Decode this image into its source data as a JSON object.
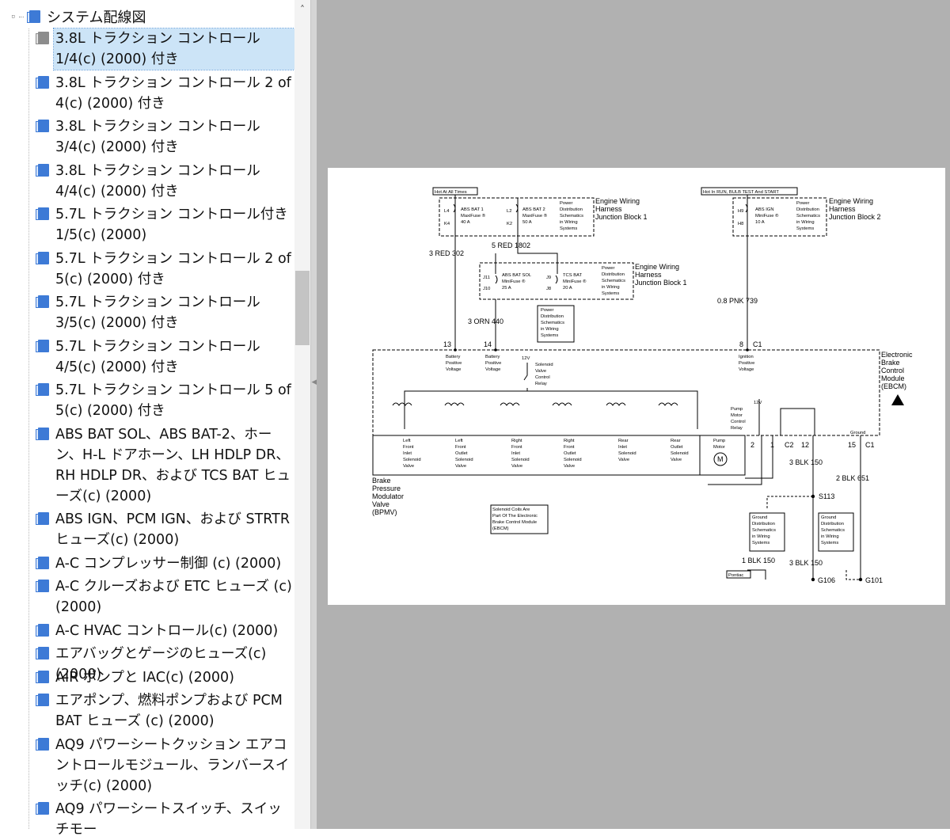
{
  "tree": {
    "root_label": "システム配線図",
    "root_toggle": "▫",
    "items": [
      {
        "label": "3.8L トラクション コントロール 1/4(c) (2000) 付き",
        "selected": true
      },
      {
        "label": "3.8L トラクション コントロール 2 of 4(c) (2000) 付き"
      },
      {
        "label": "3.8L トラクション コントロール 3/4(c) (2000) 付き"
      },
      {
        "label": "3.8L トラクション コントロール 4/4(c) (2000) 付き"
      },
      {
        "label": "5.7L トラクション コントロール付き 1/5(c) (2000)"
      },
      {
        "label": "5.7L トラクション コントロール 2 of 5(c) (2000) 付き"
      },
      {
        "label": "5.7L トラクション コントロール 3/5(c) (2000) 付き"
      },
      {
        "label": "5.7L トラクション コントロール 4/5(c) (2000) 付き"
      },
      {
        "label": "5.7L トラクション コントロール 5 of 5(c) (2000) 付き"
      },
      {
        "label": "ABS BAT SOL、ABS BAT-2、ホーン、H-L ドアホーン、LH HDLP DR、RH HDLP DR、および TCS BAT ヒューズ(c) (2000)"
      },
      {
        "label": "ABS IGN、PCM IGN、および STRTR ヒューズ(c) (2000)"
      },
      {
        "label": "A-C コンプレッサー制御 (c) (2000)"
      },
      {
        "label": "A-C クルーズおよび ETC ヒューズ (c) (2000)"
      },
      {
        "label": "A-C HVAC コントロール(c) (2000)"
      },
      {
        "label": "エアバッグとゲージのヒューズ(c) (2000)"
      },
      {
        "label": "AIR ポンプと IAC(c) (2000)"
      },
      {
        "label": "エアポンプ、燃料ポンプおよび PCM BAT ヒューズ (c) (2000)"
      },
      {
        "label": "AQ9 パワーシートクッション エアコントロールモジュール、ランバースイッチ(c) (2000)"
      },
      {
        "label": "AQ9 パワーシートスイッチ、スイッチモー"
      }
    ]
  },
  "scrollbar": {
    "up_arrow": "˄"
  },
  "splitter": {
    "arrow": "◀"
  },
  "diagram": {
    "hot_at_all_times": "Hot At All Times",
    "hot_in_run": "Hot In RUN, BULB TEST And START",
    "junction_block_1_top": [
      "Engine Wiring",
      "Harness",
      "Junction Block 1"
    ],
    "junction_block_2": [
      "Engine Wiring",
      "Harness",
      "Junction Block 2"
    ],
    "junction_block_1_mid": [
      "Engine Wiring",
      "Harness",
      "Junction Block 1"
    ],
    "power_dist_ref": [
      "Power",
      "Distribution",
      "Schematics",
      "in Wiring",
      "Systems"
    ],
    "fuse_abs_bat1": [
      "ABS BAT 1",
      "MaxiFuse ®",
      "40 A"
    ],
    "fuse_abs_bat2": [
      "ABS BAT 2",
      "MaxiFuse ®",
      "50 A"
    ],
    "fuse_abs_ign": [
      "ABS IGN",
      "MiniFuse ®",
      "10 A"
    ],
    "fuse_abs_bat_sol": [
      "ABS BAT SOL",
      "MiniFuse ®",
      "25 A"
    ],
    "fuse_tcs_bat": [
      "TCS BAT",
      "MiniFuse ®",
      "20 A"
    ],
    "pins": {
      "l4": "L4",
      "k4": "K4",
      "l2": "L2",
      "k2": "K2",
      "h9": "H9",
      "h8": "H8",
      "j11": "J11",
      "j10": "J10",
      "j9": "J9",
      "j8": "J8"
    },
    "wire_red_302": "3 RED   302",
    "wire_red_1802": "5 RED   1802",
    "wire_orn_440": "3 ORN   440",
    "wire_pnk_739": "0.8 PNK   739",
    "wire_blk_150_a": "3 BLK   150",
    "wire_blk_651": "2 BLK   651",
    "wire_blk_150_b": "1 BLK   150",
    "wire_blk_150_c": "3 BLK   150",
    "conn_13": "13",
    "conn_14": "14",
    "conn_8": "8",
    "conn_c1": "C1",
    "conn_2": "2",
    "conn_1": "1",
    "conn_c2": "C2",
    "conn_12": "12",
    "conn_15": "15",
    "conn_c1b": "C1",
    "battery_pos_13": [
      "Battery",
      "Positive",
      "Voltage"
    ],
    "battery_pos_14": [
      "Battery",
      "Positive",
      "Voltage"
    ],
    "ignition_pos": [
      "Ignition",
      "Positive",
      "Voltage"
    ],
    "v12_a": "12V",
    "v12_b": "12V",
    "solenoid_relay": [
      "Solenoid",
      "Valve",
      "Control",
      "Relay"
    ],
    "pump_relay": [
      "Pump",
      "Motor",
      "Control",
      "Relay"
    ],
    "ground": "Ground",
    "ebcm": [
      "Electronic",
      "Brake",
      "Control",
      "Module",
      "(EBCM)"
    ],
    "valves": [
      [
        "Left",
        "Front",
        "Inlet",
        "Solenoid",
        "Valve"
      ],
      [
        "Left",
        "Front",
        "Outlet",
        "Solenoid",
        "Valve"
      ],
      [
        "Right",
        "Front",
        "Inlet",
        "Solenoid",
        "Valve"
      ],
      [
        "Right",
        "Front",
        "Outlet",
        "Solenoid",
        "Valve"
      ],
      [
        "Rear",
        "Inlet",
        "Solenoid",
        "Valve"
      ],
      [
        "Rear",
        "Outlet",
        "Solenoid",
        "Valve"
      ]
    ],
    "pump_motor": [
      "Pump",
      "Motor"
    ],
    "motor_m": "M",
    "bpmv": [
      "Brake",
      "Pressure",
      "Modulator",
      "Valve",
      "(BPMV)"
    ],
    "solenoid_note": [
      "Solenoid Coils Are",
      "Part Of The Electronic",
      "Brake Control Module",
      "(EBCM)"
    ],
    "ground_dist": [
      "Ground",
      "Distribution",
      "Schematics",
      "in Wiring",
      "Systems"
    ],
    "s113": "S113",
    "pontiac": "Pontiac",
    "g106": "G106",
    "g101": "G101"
  }
}
